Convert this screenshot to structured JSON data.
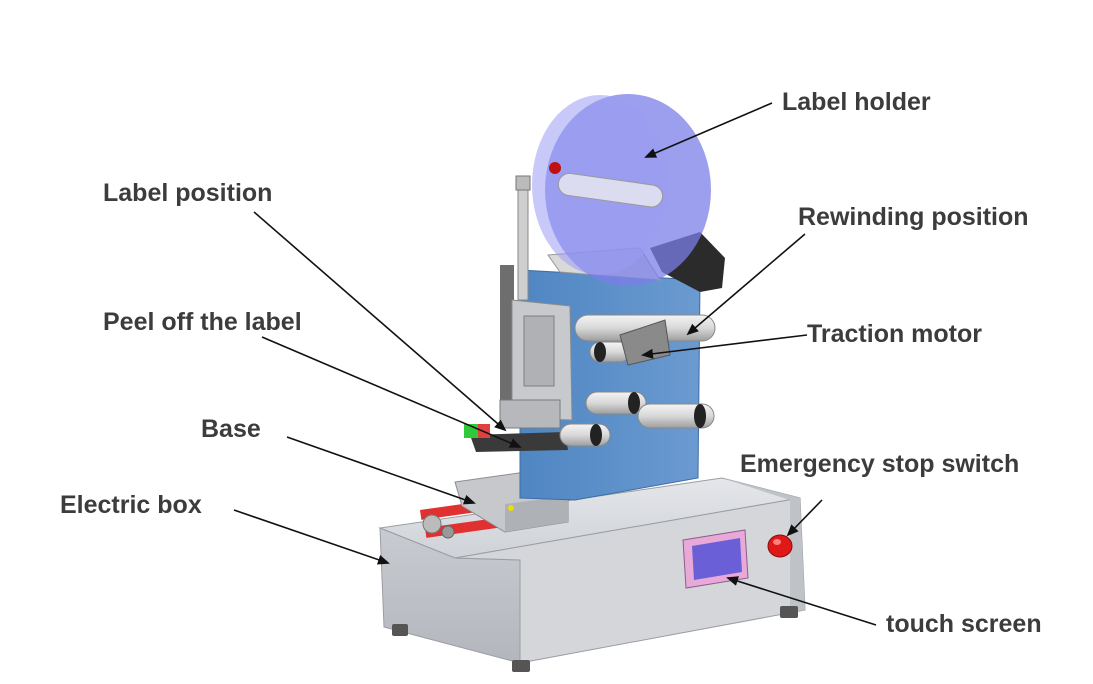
{
  "labels": {
    "label_holder": "Label holder",
    "label_position": "Label position",
    "rewinding_position": "Rewinding position",
    "peel_off": "Peel off the label",
    "traction_motor": "Traction motor",
    "base": "Base",
    "emergency_stop": "Emergency stop switch",
    "electric_box": "Electric box",
    "touch_screen": "touch screen"
  },
  "colors": {
    "text": "#3c3c3c",
    "panel_blue": "#5b8fc8",
    "reel_purple": "#7b7de8",
    "cabinet_gray": "#c9ccd1",
    "stop_button": "#e01818",
    "screen": "#6a5fd6",
    "screen_frame": "#e8a8d8",
    "slide_red": "#e03030"
  }
}
